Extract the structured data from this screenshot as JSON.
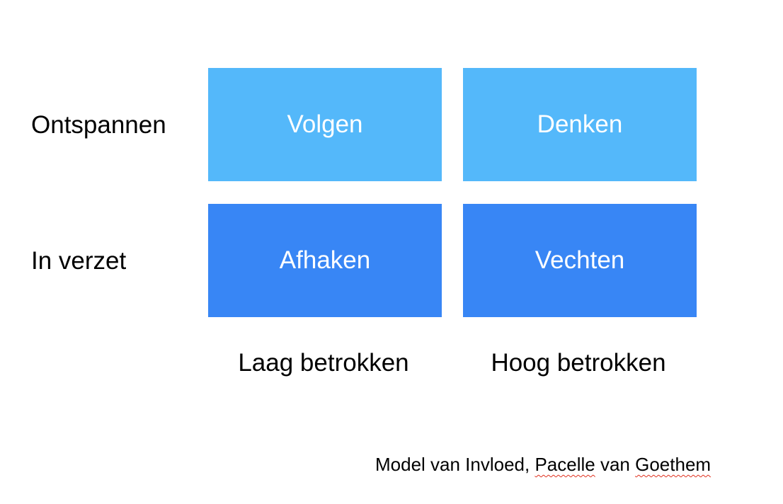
{
  "rows": [
    {
      "label": "Ontspannen"
    },
    {
      "label": "In verzet"
    }
  ],
  "columns": [
    {
      "label": "Laag betrokken"
    },
    {
      "label": "Hoog betrokken"
    }
  ],
  "cells": [
    {
      "label": "Volgen",
      "color": "#54B8FA"
    },
    {
      "label": "Denken",
      "color": "#54B8FA"
    },
    {
      "label": "Afhaken",
      "color": "#3886F5"
    },
    {
      "label": "Vechten",
      "color": "#3886F5"
    }
  ],
  "caption": {
    "part1": "Model van Invloed, ",
    "part2": "Pacelle",
    "part3": " van ",
    "part4": "Goethem"
  }
}
